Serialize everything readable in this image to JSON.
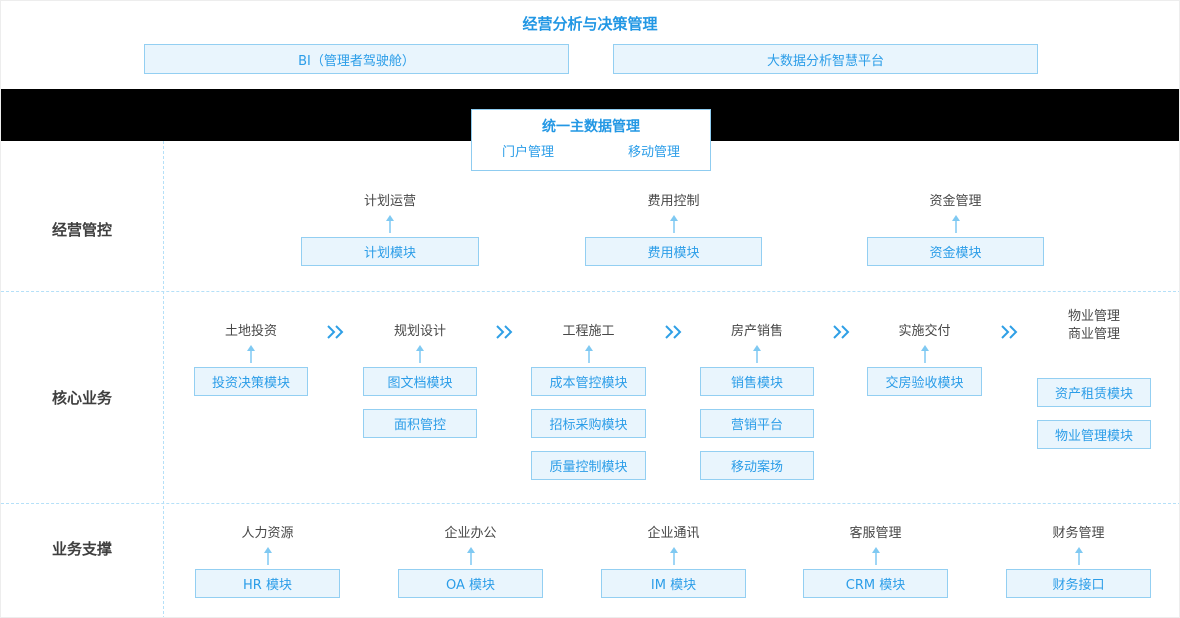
{
  "colors": {
    "accent": "#2297e4",
    "box_background": "#e9f5fd",
    "box_border": "#93cff2",
    "band_background": "#000000",
    "label_text": "#474747",
    "dashed_line": "#b5e0f8",
    "arrow": "#7fc9f2"
  },
  "top": {
    "title": "经营分析与决策管理",
    "boxes": [
      {
        "label": "BI（管理者驾驶舱）"
      },
      {
        "label": "大数据分析智慧平台"
      }
    ]
  },
  "master": {
    "title": "统一主数据管理",
    "items": [
      "门户管理",
      "移动管理"
    ]
  },
  "rows": [
    {
      "name": "经营管控",
      "groups": [
        {
          "label": "计划运营",
          "modules": [
            "计划模块"
          ]
        },
        {
          "label": "费用控制",
          "modules": [
            "费用模块"
          ]
        },
        {
          "label": "资金管理",
          "modules": [
            "资金模块"
          ]
        }
      ]
    },
    {
      "name": "核心业务",
      "groups": [
        {
          "label": "土地投资",
          "modules": [
            "投资决策模块"
          ]
        },
        {
          "label": "规划设计",
          "modules": [
            "图文档模块",
            "面积管控"
          ]
        },
        {
          "label": "工程施工",
          "modules": [
            "成本管控模块",
            "招标采购模块",
            "质量控制模块"
          ]
        },
        {
          "label": "房产销售",
          "modules": [
            "销售模块",
            "营销平台",
            "移动案场"
          ]
        },
        {
          "label": "实施交付",
          "modules": [
            "交房验收模块"
          ]
        },
        {
          "label": "物业管理",
          "label2": "商业管理",
          "modules": [
            "资产租赁模块",
            "物业管理模块"
          ]
        }
      ]
    },
    {
      "name": "业务支撑",
      "groups": [
        {
          "label": "人力资源",
          "modules": [
            "HR 模块"
          ]
        },
        {
          "label": "企业办公",
          "modules": [
            "OA 模块"
          ]
        },
        {
          "label": "企业通讯",
          "modules": [
            "IM 模块"
          ]
        },
        {
          "label": "客服管理",
          "modules": [
            "CRM 模块"
          ]
        },
        {
          "label": "财务管理",
          "modules": [
            "财务接口"
          ]
        }
      ]
    }
  ]
}
